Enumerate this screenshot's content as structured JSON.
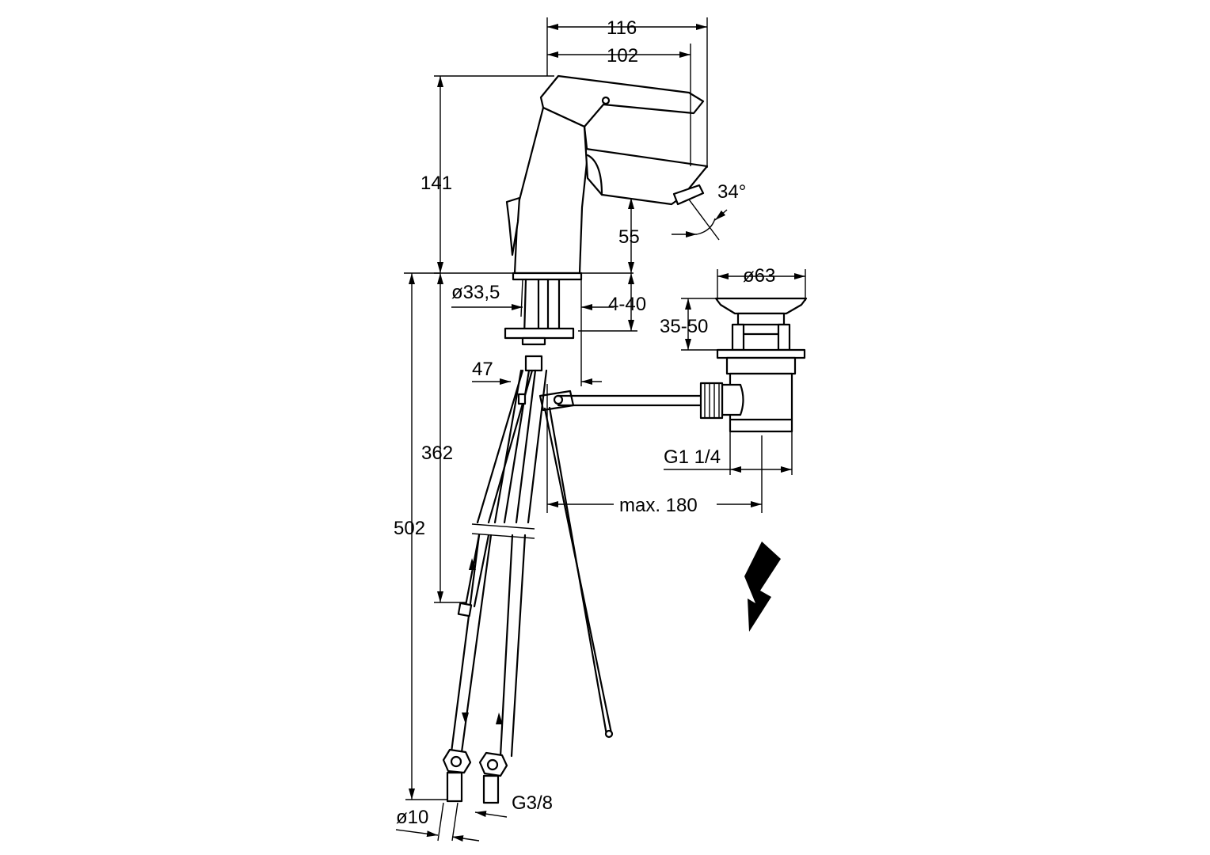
{
  "dimensions": {
    "total_width": "116",
    "spout_reach": "102",
    "height_body": "141",
    "spout_angle": "34°",
    "spout_clearance": "55",
    "body_diameter": "ø33,5",
    "deck_thickness": "4-40",
    "mount_offset": "47",
    "hose_length_short": "362",
    "hose_length_long": "502",
    "hose_diameter": "ø10",
    "hose_thread": "G3/8",
    "drain_head_diameter": "ø63",
    "drain_height": "35-50",
    "drain_thread": "G1 1/4",
    "rod_length": "max. 180"
  },
  "symbols": {
    "lightning_icon": "lightning-bolt"
  }
}
